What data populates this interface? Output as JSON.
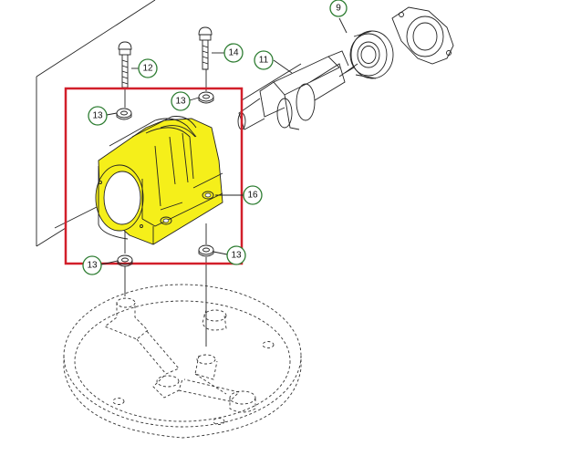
{
  "callouts": [
    {
      "id": "c9",
      "label": "9"
    },
    {
      "id": "c11",
      "label": "11"
    },
    {
      "id": "c12",
      "label": "12"
    },
    {
      "id": "c13a",
      "label": "13"
    },
    {
      "id": "c13b",
      "label": "13"
    },
    {
      "id": "c13c",
      "label": "13"
    },
    {
      "id": "c13d",
      "label": "13"
    },
    {
      "id": "c14",
      "label": "14"
    },
    {
      "id": "c16",
      "label": "16"
    }
  ],
  "colors": {
    "highlight_part": "#f5ef1a",
    "selection_box": "#d21f2a",
    "callout_ring": "#2e7d32",
    "line_art": "#222222"
  }
}
